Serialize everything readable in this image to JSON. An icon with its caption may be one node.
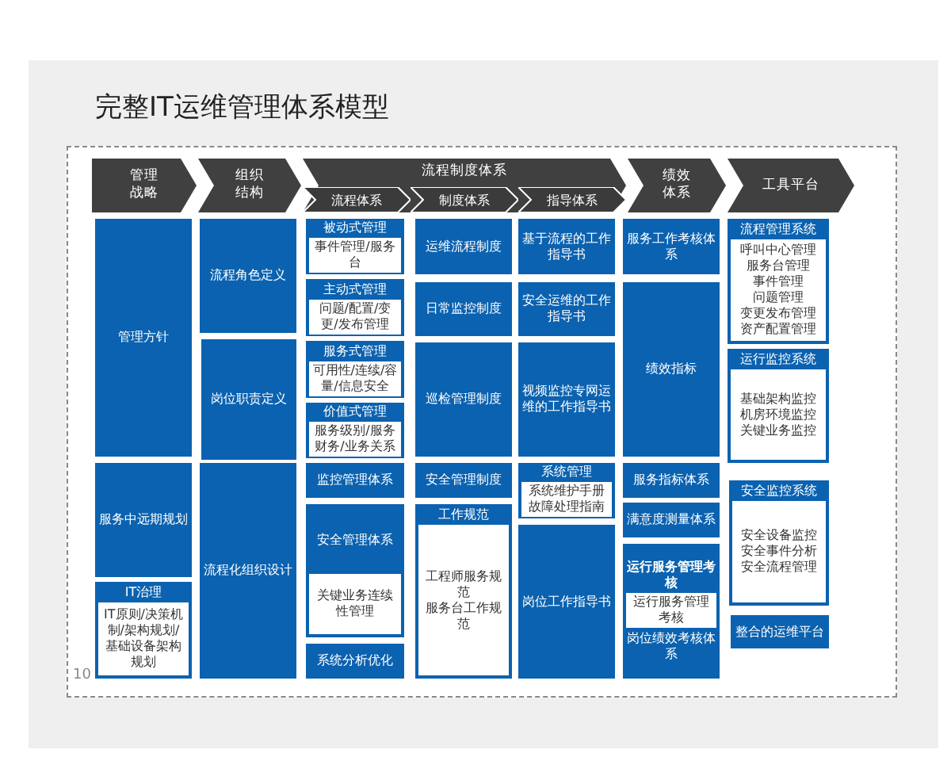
{
  "diagram": {
    "title": "完整IT运维管理体系模型",
    "nodes": [
      {
        "text": [
          "管理战略"
        ]
      },
      {
        "text": [
          "组织结构"
        ]
      },
      {
        "text": [
          "流程制度体系"
        ]
      },
      {
        "text": [
          "流程体系"
        ],
        "in": 2
      },
      {
        "text": [
          "制度体系"
        ],
        "in": 2
      },
      {
        "text": [
          "指导体系"
        ],
        "in": 2
      },
      {
        "text": [
          "绩效体系"
        ]
      },
      {
        "text": [
          "工具平台"
        ]
      },
      {
        "text": [
          "管理方针"
        ]
      },
      {
        "text": [
          "服务中远期规划"
        ]
      },
      {
        "text": [
          "IT治理",
          "IT原则/决策机制/架构规划/基础设备架构规划"
        ]
      },
      {
        "text": [
          "流程角色定义"
        ]
      },
      {
        "text": [
          "岗位职责定义"
        ]
      },
      {
        "text": [
          "流程化组织设计"
        ]
      },
      {
        "text": [
          "被动式管理",
          "事件管理/服务台"
        ]
      },
      {
        "text": [
          "主动式管理",
          "问题/配置/变更/发布管理"
        ]
      },
      {
        "text": [
          "服务式管理",
          "可用性/连续/容量/信息安全"
        ]
      },
      {
        "text": [
          "价值式管理",
          "服务级别/服务财务/业务关系"
        ]
      },
      {
        "text": [
          "监控管理体系"
        ]
      },
      {
        "text": [
          "安全管理体系",
          "关键业务连续性管理"
        ]
      },
      {
        "text": [
          "系统分析优化"
        ]
      },
      {
        "text": [
          "运维流程制度"
        ]
      },
      {
        "text": [
          "日常监控制度"
        ]
      },
      {
        "text": [
          "巡检管理制度"
        ]
      },
      {
        "text": [
          "安全管理制度"
        ]
      },
      {
        "text": [
          "工作规范",
          "工程师服务规范",
          "服务台工作规范"
        ]
      },
      {
        "text": [
          "基于流程的工作指导书"
        ]
      },
      {
        "text": [
          "安全运维的工作指导书"
        ]
      },
      {
        "text": [
          "视频监控专网运维的工作指导书"
        ]
      },
      {
        "text": [
          "系统管理",
          "系统维护手册",
          "故障处理指南"
        ]
      },
      {
        "text": [
          "岗位工作指导书"
        ]
      },
      {
        "text": [
          "服务工作考核体系"
        ]
      },
      {
        "text": [
          "绩效指标"
        ]
      },
      {
        "text": [
          "服务指标体系"
        ]
      },
      {
        "text": [
          "满意度测量体系"
        ]
      },
      {
        "text": [
          "运行服务管理考核",
          "运行服务管理考核",
          "岗位绩效考核体系"
        ]
      },
      {
        "text": [
          "流程管理系统",
          "呼叫中心管理",
          "服务台管理",
          "事件管理",
          "问题管理",
          "变更发布管理",
          "资产配置管理"
        ]
      },
      {
        "text": [
          "运行监控系统",
          "基础架构监控",
          "机房环境监控",
          "关键业务监控"
        ]
      },
      {
        "text": [
          "安全监控系统",
          "安全设备监控",
          "安全事件分析",
          "安全流程管理"
        ]
      },
      {
        "text": [
          "整合的运维平台"
        ]
      }
    ],
    "labels": [
      "10"
    ]
  }
}
